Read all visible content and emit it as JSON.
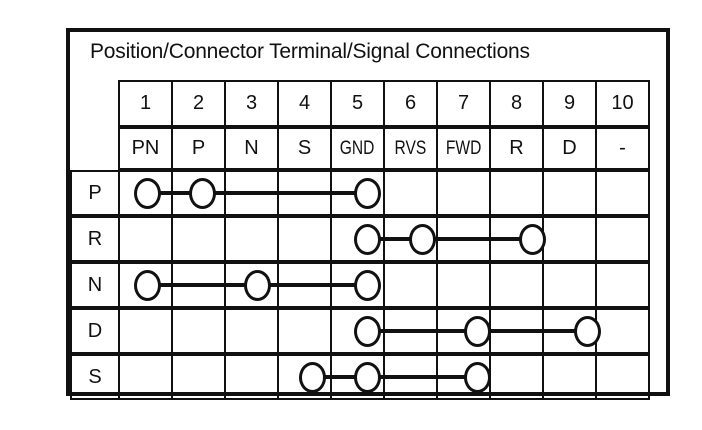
{
  "diagram": {
    "title": "Position/Connector Terminal/Signal Connections",
    "line_color": "#111111",
    "background_color": "#ffffff"
  },
  "table": {
    "terminal_header_label": "",
    "signal_header_label": "",
    "terminal_numbers": [
      "1",
      "2",
      "3",
      "4",
      "5",
      "6",
      "7",
      "8",
      "9",
      "10"
    ],
    "signal_names": [
      "PN",
      "P",
      "N",
      "S",
      "GND",
      "RVS",
      "FWD",
      "R",
      "D",
      "-"
    ],
    "position_rows": [
      {
        "label": "P",
        "connected_terminals": [
          1,
          2,
          5
        ]
      },
      {
        "label": "R",
        "connected_terminals": [
          5,
          6,
          8
        ]
      },
      {
        "label": "N",
        "connected_terminals": [
          1,
          3,
          5
        ]
      },
      {
        "label": "D",
        "connected_terminals": [
          5,
          7,
          9
        ]
      },
      {
        "label": "S",
        "connected_terminals": [
          4,
          5,
          7
        ]
      }
    ]
  }
}
